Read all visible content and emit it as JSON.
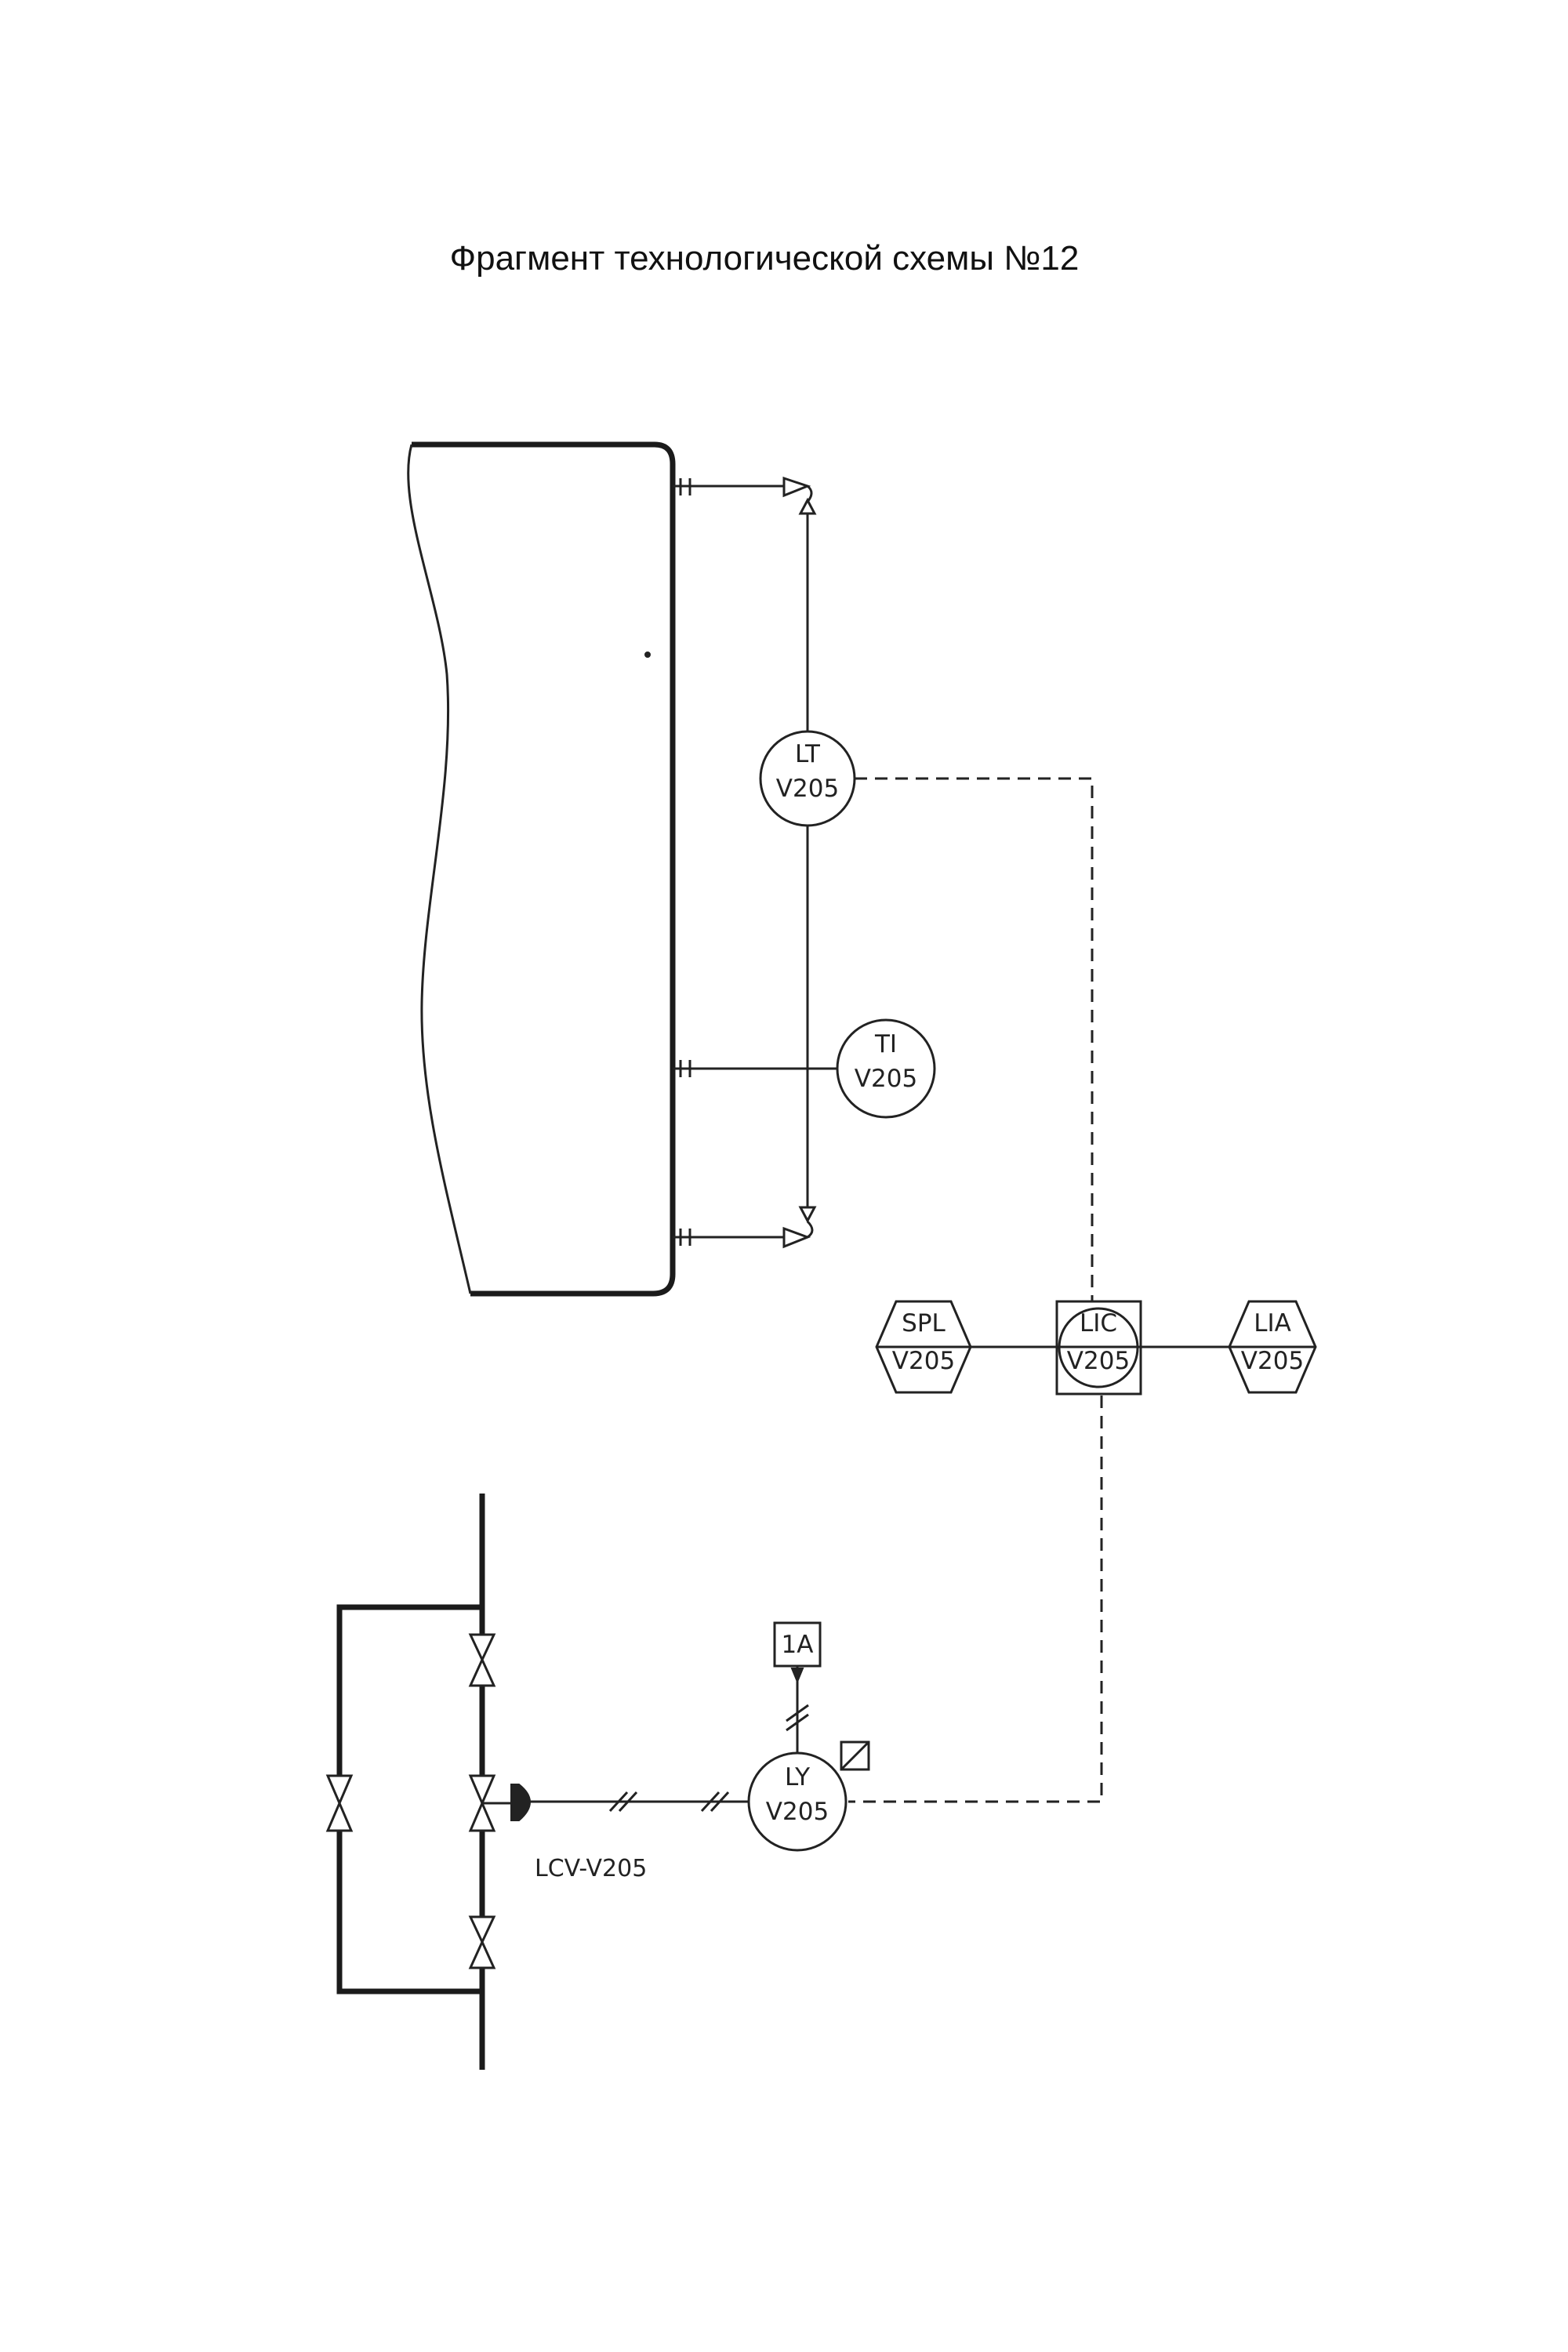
{
  "title": "Фрагмент технологической схемы №12",
  "instruments": {
    "lt": {
      "line1": "LT",
      "line2": "V205"
    },
    "ti": {
      "line1": "TI",
      "line2": "V205"
    },
    "lic": {
      "line1": "LIC",
      "line2": "V205"
    },
    "spl": {
      "line1": "SPL",
      "line2": "V205"
    },
    "lia": {
      "line1": "LIA",
      "line2": "V205"
    },
    "ly": {
      "line1": "LY",
      "line2": "V205"
    }
  },
  "air_supply": "1A",
  "valve_label": "LCV-V205"
}
